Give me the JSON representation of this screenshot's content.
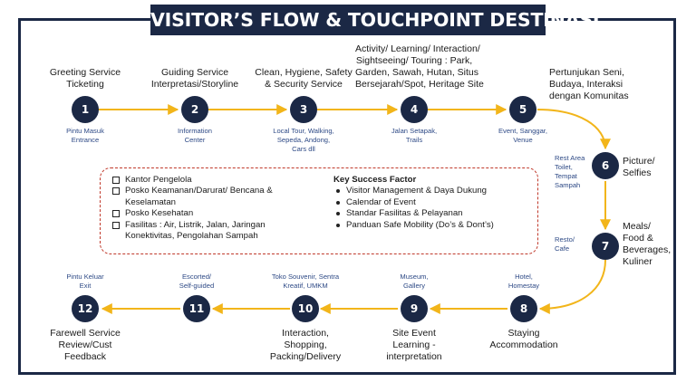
{
  "title": "VISITOR’S FLOW & TOUCHPOINT DESTINASI",
  "colors": {
    "navy": "#1b2845",
    "flow": "#f2b51a",
    "sub": "#2e4a86",
    "dashed": "#c0392b"
  },
  "steps": [
    {
      "num": "1",
      "label": [
        "Greeting Service",
        "Ticketing"
      ],
      "sub": [
        "Pintu Masuk",
        "Entrance"
      ]
    },
    {
      "num": "2",
      "label": [
        "Guiding Service",
        "Interpretasi/Storyline"
      ],
      "sub": [
        "Information",
        "Center"
      ]
    },
    {
      "num": "3",
      "label": [
        "Clean, Hygiene, Safety",
        "& Security Service"
      ],
      "sub": [
        "Local Tour, Walking,",
        "Sepeda, Andong,",
        "Cars dll"
      ]
    },
    {
      "num": "4",
      "label": [
        "Activity/ Learning/ Interaction/",
        "Sightseeing/ Touring : Park,",
        "Garden, Sawah, Hutan, Situs",
        "Bersejarah/Spot, Heritage Site"
      ],
      "sub": [
        "Jalan Setapak,",
        "Trails"
      ]
    },
    {
      "num": "5",
      "label": [
        "Pertunjukan Seni,",
        "Budaya, Interaksi",
        "dengan Komunitas"
      ],
      "sub": [
        "Event, Sanggar,",
        "Venue"
      ]
    },
    {
      "num": "6",
      "label": [
        "Picture/",
        "Selfies"
      ],
      "sub": [
        "Rest Area",
        "Toilet,",
        "Tempat",
        "Sampah"
      ]
    },
    {
      "num": "7",
      "label": [
        "Meals/",
        "Food &",
        "Beverages,",
        "Kuliner"
      ],
      "sub": [
        "Resto/",
        "Cafe"
      ]
    },
    {
      "num": "8",
      "label": [
        "Staying",
        "Accommodation"
      ],
      "sub": [
        "Hotel,",
        "Homestay"
      ]
    },
    {
      "num": "9",
      "label": [
        "Site Event",
        "Learning -",
        "interpretation"
      ],
      "sub": [
        "Museum,",
        "Gallery"
      ]
    },
    {
      "num": "10",
      "label": [
        "Interaction,",
        "Shopping,",
        "Packing/Delivery"
      ],
      "sub": [
        "Toko Souvenir, Sentra",
        "Kreatif, UMKM"
      ]
    },
    {
      "num": "11",
      "label": [],
      "sub": [
        "Escorted/",
        "Self-guided"
      ]
    },
    {
      "num": "12",
      "label": [
        "Farewell Service",
        "Review/Cust",
        "Feedback"
      ],
      "sub": [
        "Pintu Keluar",
        "Exit"
      ]
    }
  ],
  "facilities": [
    "Kantor Pengelola",
    "Posko Keamanan/Darurat/ Bencana & Keselamatan",
    "Posko Kesehatan",
    "Fasilitas : Air, Listrik, Jalan, Jaringan Konektivitas, Pengolahan Sampah"
  ],
  "ksf": {
    "heading": "Key Success Factor",
    "items": [
      "Visitor Management & Daya Dukung",
      "Calendar of Event",
      "Standar Fasilitas & Pelayanan",
      "Panduan Safe Mobility (Do’s & Dont’s)"
    ]
  }
}
